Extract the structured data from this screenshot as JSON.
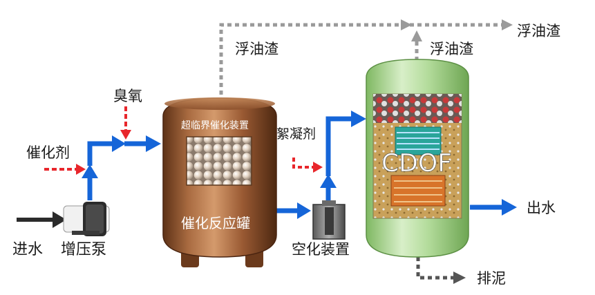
{
  "labels": {
    "inlet_water": "进水",
    "booster_pump": "增压泵",
    "catalyst": "催化剂",
    "ozone": "臭氧",
    "supercritical_device": "超临界催化装置",
    "catalytic_reactor": "催化反应罐",
    "flocculant": "絮凝剂",
    "cavitation_device": "空化装置",
    "cdof": "CDOF",
    "outlet_water": "出水",
    "sludge_discharge": "排泥",
    "floating_scum_top": "浮油渣",
    "floating_scum_mid": "浮油渣",
    "floating_scum_right": "浮油渣"
  },
  "colors": {
    "main_flow": "#1565d8",
    "chemical_dose": "#e8262b",
    "scum_line": "#9a9a9a",
    "inlet_arrow": "#2b2b2b",
    "reactor_body": "#a0623b",
    "cdof_tank": "#a9d68f"
  }
}
